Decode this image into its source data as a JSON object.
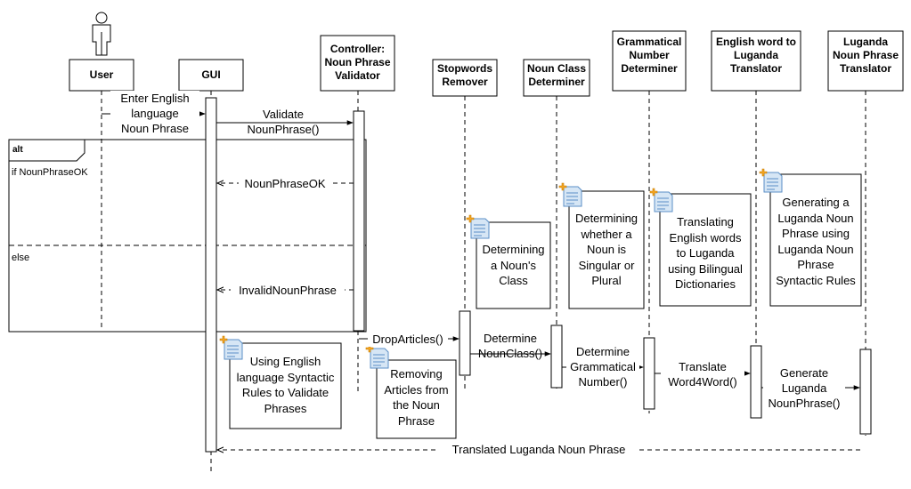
{
  "participants": {
    "user": "User",
    "gui": "GUI",
    "controller": "Controller:\nNoun Phrase\nValidator",
    "stopwords": "Stopwords\nRemover",
    "nounclass": "Noun Class\nDeterminer",
    "grammatical": "Grammatical\nNumber\nDeterminer",
    "translator": "English word to\nLuganda\nTranslator",
    "luganda": "Luganda\nNoun Phrase\nTranslator"
  },
  "fragment": {
    "operator": "alt",
    "guard_1": "if NounPhraseOK",
    "guard_2": "else"
  },
  "messages": {
    "enter": "Enter English\nlanguage\nNoun Phrase",
    "validate": "Validate\nNounPhrase()",
    "ok": "NounPhraseOK",
    "invalid": "InvalidNounPhrase",
    "drop": "DropArticles()",
    "noun_class": "Determine\nNounClass()",
    "gram_number": "Determine\nGrammatical\nNumber()",
    "translate": "Translate\nWord4Word()",
    "generate": "Generate\nLuganda\nNounPhrase()",
    "translated": "Translated Luganda Noun Phrase"
  },
  "notes": {
    "gui": "Using English\nlanguage Syntactic\nRules to Validate\nPhrases",
    "controller": "Removing\nArticles from\nthe Noun\nPhrase",
    "stopwords": "Determining\na Noun's\nClass",
    "nounclass": "Determining\nwhether a\nNoun is\nSingular or\nPlural",
    "grammatical": "Translating\nEnglish words\nto Luganda\nusing Bilingual\nDictionaries",
    "translator": "Generating a\nLuganda Noun\nPhrase using\nLuganda Noun\nPhrase\nSyntactic Rules"
  }
}
